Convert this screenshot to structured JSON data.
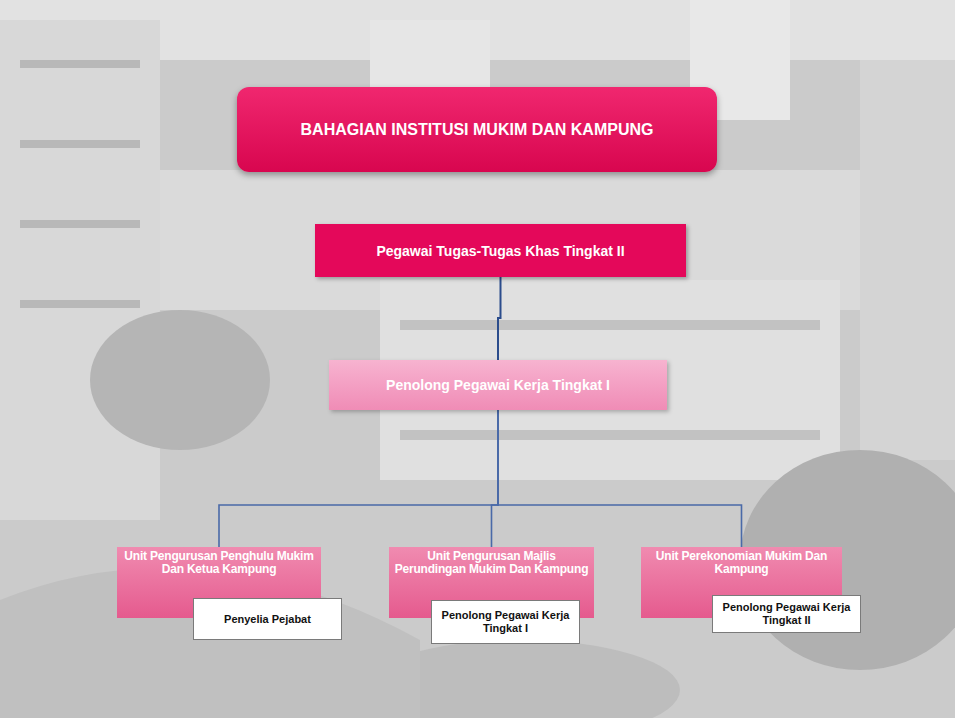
{
  "diagram": {
    "nodes": [
      {
        "text": [
          "BAHAGIAN INSTITUSI MUKIM DAN KAMPUNG"
        ]
      },
      {
        "text": [
          "Pegawai Tugas-Tugas Khas Tingkat II"
        ]
      },
      {
        "text": [
          "Penolong Pegawai Kerja Tingkat I"
        ]
      },
      {
        "text": [
          "Unit Pengurusan Penghulu Mukim Dan Ketua Kampung"
        ]
      },
      {
        "text": [
          "Penyelia Pejabat"
        ]
      },
      {
        "text": [
          "Unit Pengurusan Majlis Perundingan Mukim Dan Kampung"
        ]
      },
      {
        "text": [
          "Penolong Pegawai Kerja Tingkat I"
        ]
      },
      {
        "text": [
          "Unit Perekonomian Mukim Dan Kampung"
        ]
      },
      {
        "text": [
          "Penolong Pegawai Kerja Tingkat II"
        ]
      }
    ],
    "edges": [
      {
        "from": 1,
        "to": 2,
        "arrow": "none"
      },
      {
        "from": 2,
        "to": 3,
        "arrow": "none"
      },
      {
        "from": 2,
        "to": 5,
        "arrow": "none"
      },
      {
        "from": 2,
        "to": 7,
        "arrow": "none"
      }
    ]
  }
}
